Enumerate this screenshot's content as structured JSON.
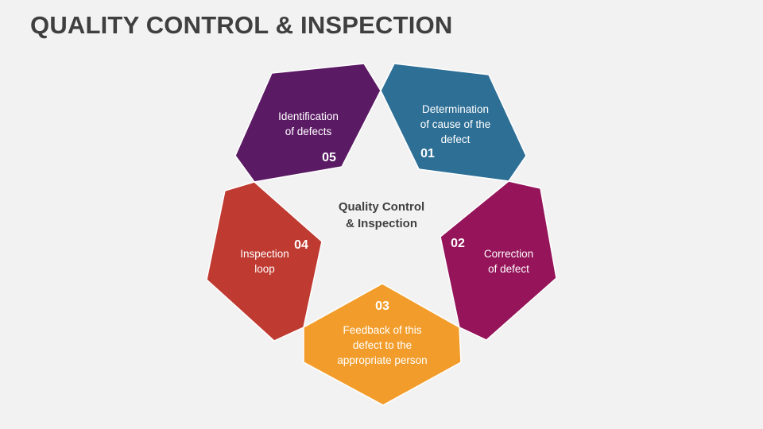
{
  "title": "QUALITY CONTROL & INSPECTION",
  "center": {
    "line1": "Quality Control",
    "line2": "& Inspection"
  },
  "steps": [
    {
      "number": "01",
      "lines": [
        "Determination",
        "of cause of the",
        "defect"
      ],
      "color": "#2e6f96"
    },
    {
      "number": "02",
      "lines": [
        "Correction",
        "of defect"
      ],
      "color": "#95145a"
    },
    {
      "number": "03",
      "lines": [
        "Feedback of this",
        "defect to the",
        "appropriate person"
      ],
      "color": "#f29d2b"
    },
    {
      "number": "04",
      "lines": [
        "Inspection",
        "loop"
      ],
      "color": "#bf3a30"
    },
    {
      "number": "05",
      "lines": [
        "Identification",
        "of defects"
      ],
      "color": "#5b1a64"
    }
  ]
}
